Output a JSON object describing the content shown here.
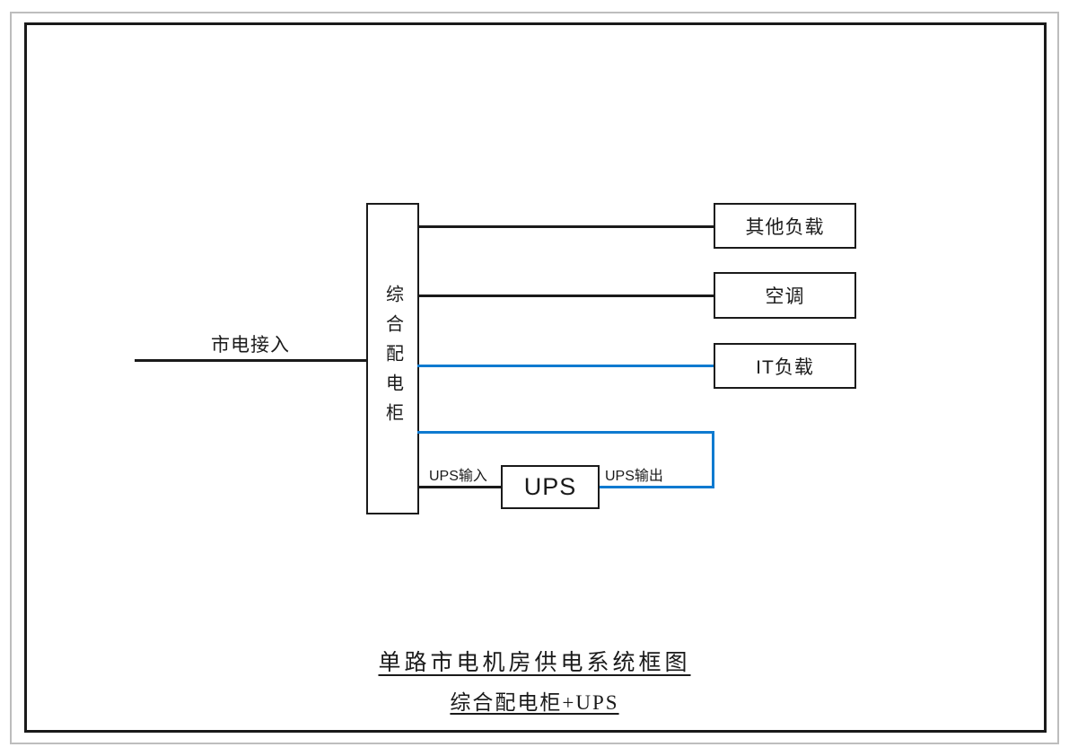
{
  "diagram": {
    "mains_label": "市电接入",
    "cabinet_label": "综合配电柜",
    "loads": [
      {
        "label": "其他负载",
        "line_color": "#1a1a1a"
      },
      {
        "label": "空调",
        "line_color": "#1a1a1a"
      },
      {
        "label": "IT负载",
        "line_color": "#0f7ad0"
      }
    ],
    "ups": {
      "box_label": "UPS",
      "input_label": "UPS输入",
      "output_label": "UPS输出",
      "output_line_color": "#0f7ad0",
      "input_line_color": "#1a1a1a"
    },
    "colors": {
      "line_black": "#1a1a1a",
      "line_blue": "#0f7ad0",
      "frame_outer": "#bdbdbd",
      "frame_inner": "#1a1a1a"
    }
  },
  "caption": {
    "title": "单路市电机房供电系统框图",
    "subtitle": "综合配电柜+UPS"
  }
}
